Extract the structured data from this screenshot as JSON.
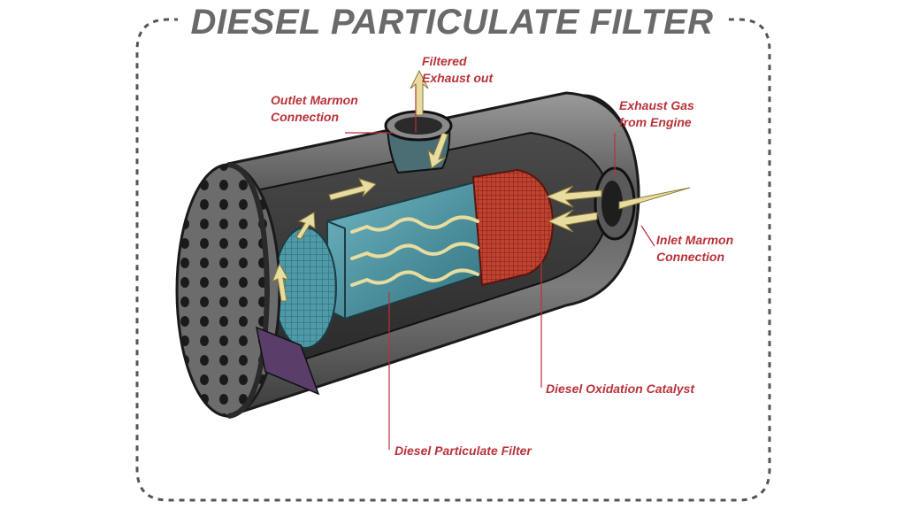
{
  "title": "DIESEL PARTICULATE FILTER",
  "colors": {
    "label": "#b8323a",
    "title": "#6a6a6a",
    "frame": "#555555",
    "shell": "#6b6b6b",
    "filter": "#4f9aa8",
    "catalyst": "#b83a2e",
    "flow_arrow": "#e8dca0"
  },
  "labels": {
    "filtered": [
      "Filtered",
      "Exhaust out"
    ],
    "outlet": [
      "Outlet Marmon",
      "Connection"
    ],
    "exhaust_in": [
      "Exhaust Gas",
      "from Engine"
    ],
    "inlet": [
      "Inlet Marmon",
      "Connection"
    ],
    "doc": "Diesel Oxidation Catalyst",
    "dpf": "Diesel Particulate Filter"
  }
}
